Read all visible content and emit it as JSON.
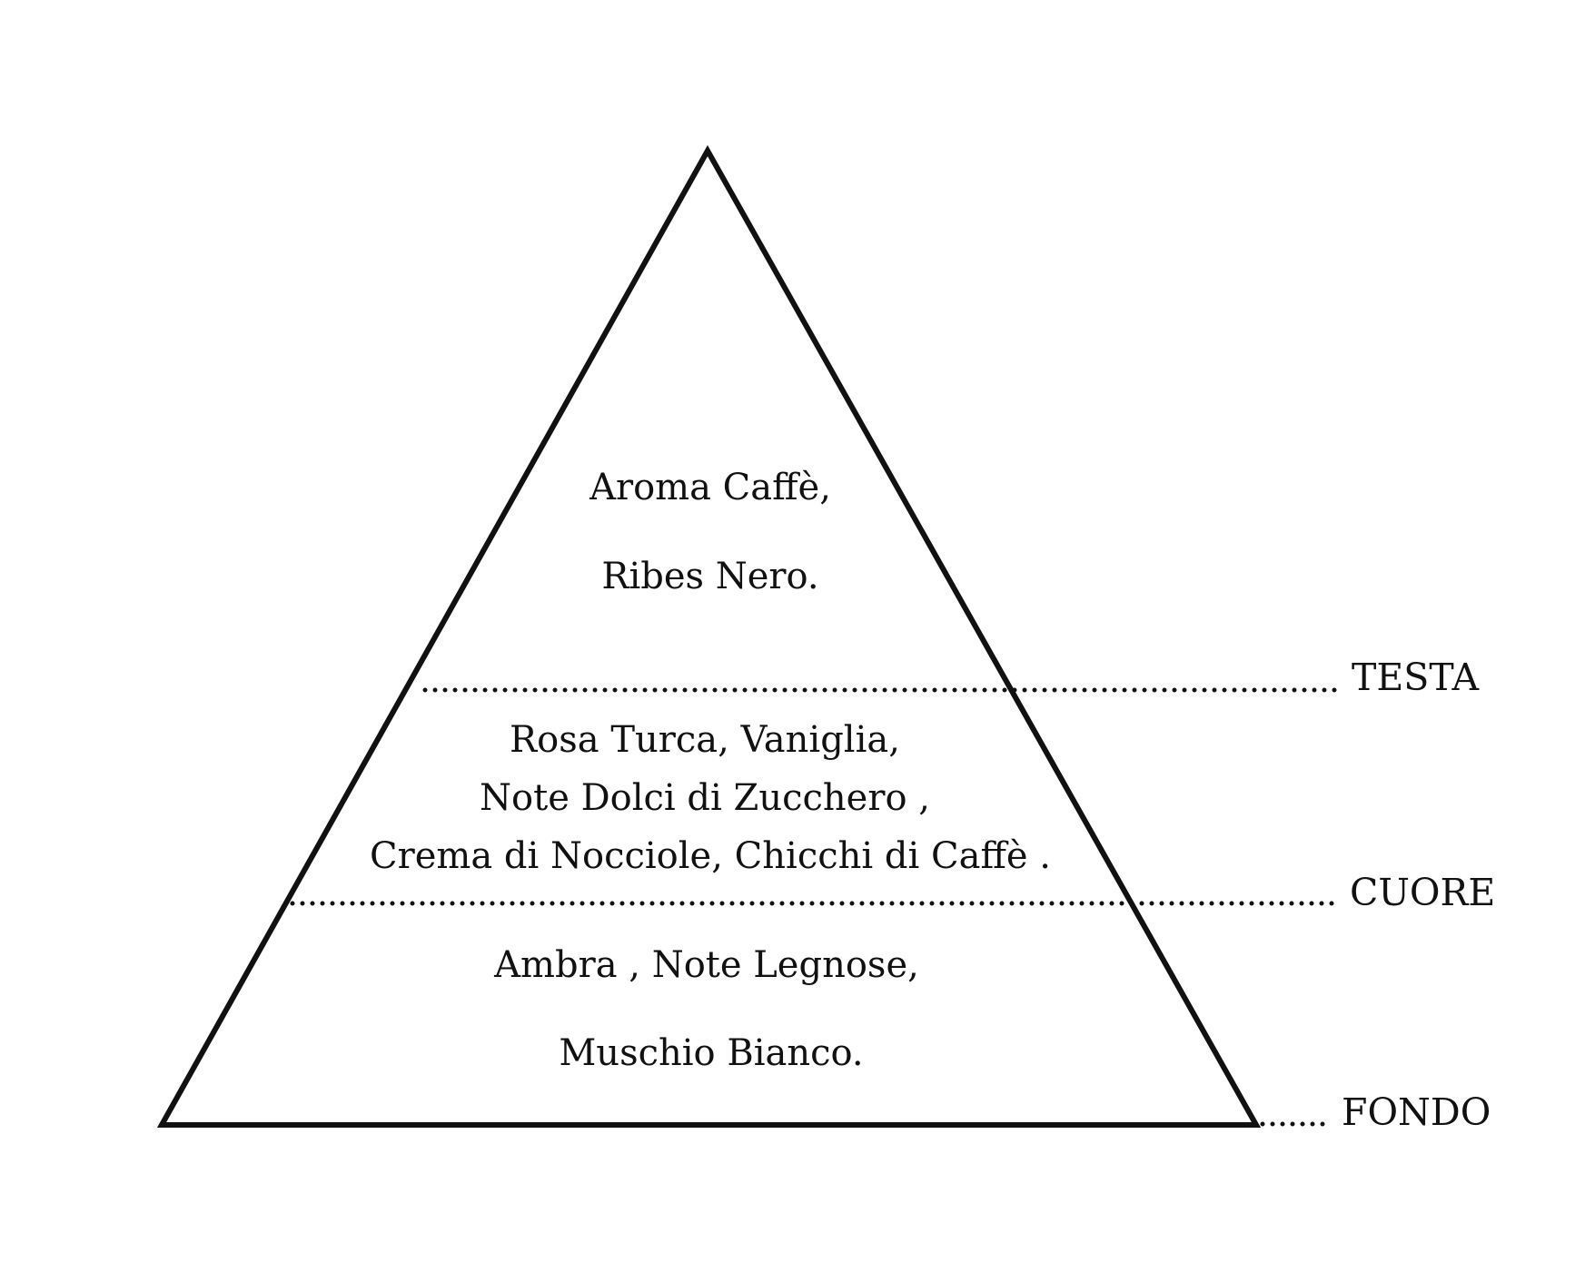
{
  "pyramid": {
    "tiers": [
      {
        "id": "testa",
        "label": "TESTA",
        "leader": "....................................................................................",
        "notes": [
          "Aroma Caffè,",
          "Ribes Nero."
        ]
      },
      {
        "id": "cuore",
        "label": "CUORE",
        "leader": "..............................................................................................",
        "notes": [
          "Rosa Turca, Vaniglia,",
          "Note Dolci di Zucchero ,",
          "Crema di Nocciole, Chicchi di Caffè ."
        ]
      },
      {
        "id": "fondo",
        "label": "FONDO",
        "leader": "......",
        "notes": [
          "Ambra , Note Legnose,",
          "Muschio Bianco."
        ]
      }
    ]
  },
  "colors": {
    "stroke": "#111111",
    "background": "#ffffff"
  }
}
